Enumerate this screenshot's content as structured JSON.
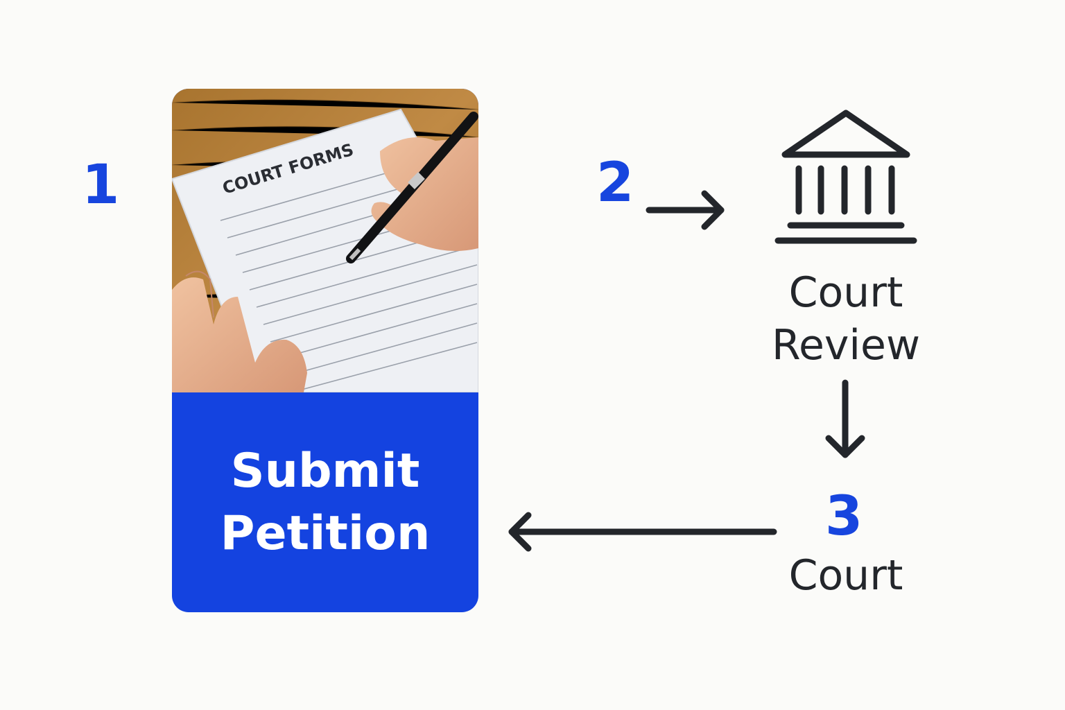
{
  "colors": {
    "background": "#fbfbf9",
    "accent_blue": "#1745de",
    "card_blue": "#1443e0",
    "ink": "#23262b"
  },
  "steps": [
    {
      "number": "1",
      "label_lines": [
        "Submit",
        "Petition"
      ],
      "icon": "hand-writing-on-court-forms-photo"
    },
    {
      "number": "2",
      "label_lines": [
        "Court",
        "Review"
      ],
      "icon": "courthouse-icon"
    },
    {
      "number": "3",
      "label_lines": [
        "Court"
      ],
      "icon": ""
    }
  ],
  "photo": {
    "form_title": "COURT FORMS"
  }
}
